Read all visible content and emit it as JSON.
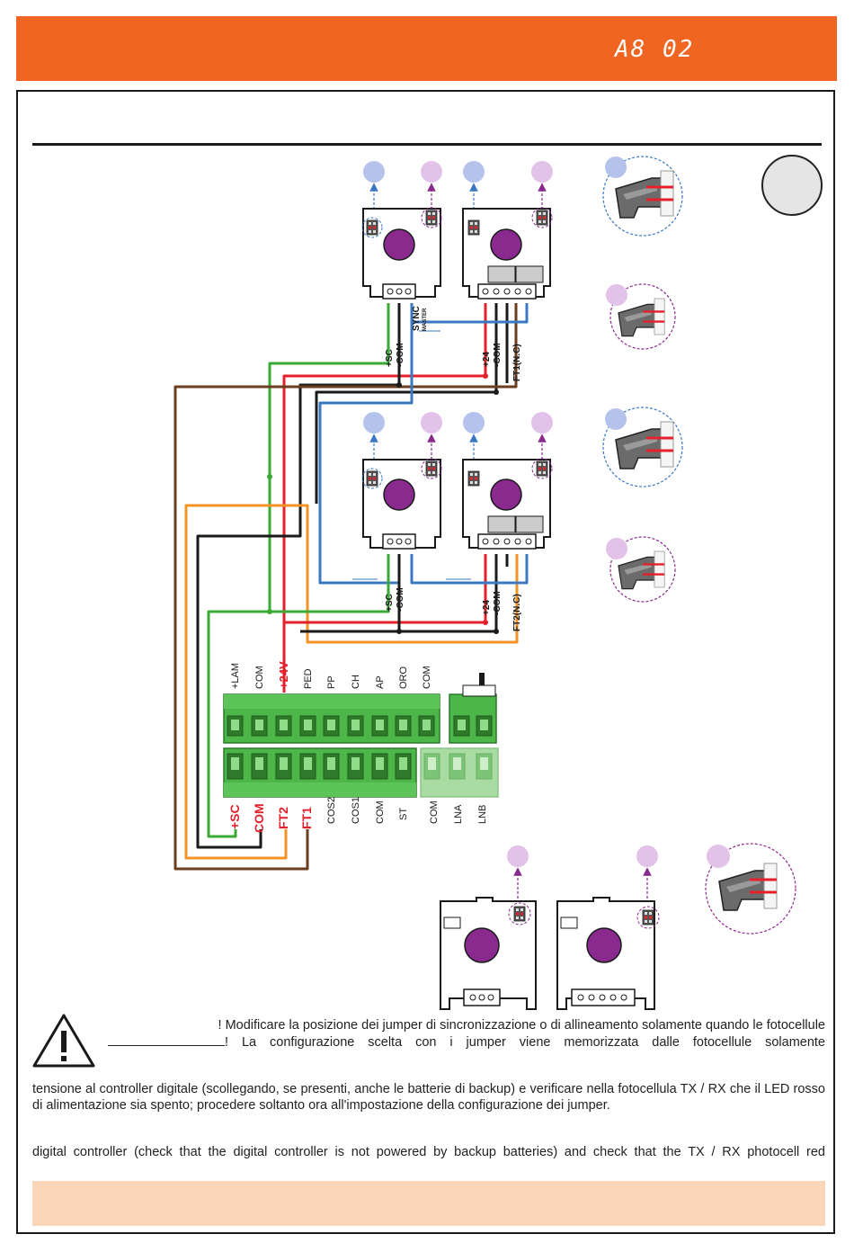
{
  "header": {
    "code": "A8 02"
  },
  "diagram": {
    "pair1_tx_labels": [
      "+SC",
      "-COM"
    ],
    "sync_label": "SYNC",
    "master_label": "MASTER",
    "pair1_rx_labels": [
      "+24",
      "-COM",
      "FT1(N.C)"
    ],
    "pair2_tx_labels": [
      "+SC",
      "-COM"
    ],
    "pair2_rx_labels": [
      "+24",
      "-COM",
      "FT2(N.C)"
    ],
    "terminal_top_labels": [
      "+LAM",
      "COM",
      "+24V",
      "PED",
      "PP",
      "CH",
      "AP",
      "ORO",
      "COM"
    ],
    "terminal_bottom_labels": [
      "+SC",
      "COM",
      "FT2",
      "FT1",
      "COS2",
      "COS1",
      "COM",
      "ST",
      "COM",
      "LNA",
      "LNB"
    ],
    "highlight_labels": [
      "+SC",
      "COM",
      "FT2",
      "FT1",
      "+24V"
    ],
    "colors": {
      "green": "#3aaa35",
      "red": "#e3202b",
      "black": "#1a1a1a",
      "blue": "#3a78c2",
      "brown": "#6a3e1f",
      "orange": "#f39325",
      "purple": "#8a2a8e",
      "blue_badge": "#b5c3ec",
      "purple_badge": "#e2c2e8",
      "terminal": "#4cb648",
      "terminal_light": "#a9dca2"
    }
  },
  "warning": {
    "line1": "! Modificare la posizione dei jumper di sincronizzazione o di allineamento solamente quando le fotocellule",
    "line2": "! La configurazione scelta con i jumper viene memorizzata dalle fotocellule solamente"
  },
  "paragraph_it": "tensione al controller digitale (scollegando, se presenti, anche le batterie di backup) e verificare nella fotocellula TX / RX che il LED rosso di alimentazione sia spento; procedere soltanto ora all'impostazione della configurazione dei jumper.",
  "paragraph_en": "digital controller (check that the digital controller is not powered by backup batteries) and check that the TX / RX photocell red"
}
